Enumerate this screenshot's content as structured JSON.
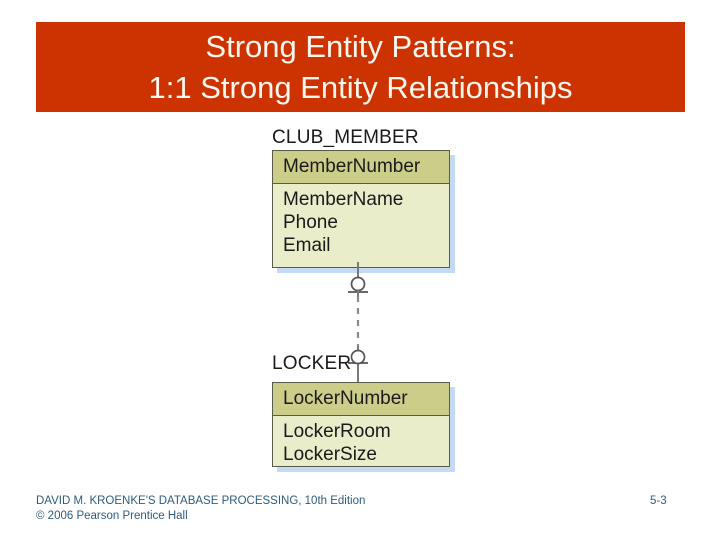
{
  "slide": {
    "title": {
      "line1": "Strong Entity Patterns:",
      "line2": "1:1 Strong Entity Relationships",
      "background_color": "#cc3300",
      "text_color": "#fdf6ee"
    },
    "footer": {
      "credit_line1": "DAVID M. KROENKE'S DATABASE PROCESSING, 10th Edition",
      "credit_line2": "© 2006 Pearson Prentice Hall",
      "page_number": "5-3",
      "text_color": "#2e5c7e"
    }
  },
  "diagram": {
    "type": "entity-relationship",
    "notation": "crows-foot",
    "colors": {
      "identifier_row": "#cdcd8a",
      "attribute_body": "#e9edc9",
      "border": "#595c4a",
      "shadow": "#b0cef0",
      "line": "#7a7a7a"
    },
    "entities": [
      {
        "name": "CLUB_MEMBER",
        "identifier": "MemberNumber",
        "attributes": [
          "MemberName",
          "Phone",
          "Email"
        ]
      },
      {
        "name": "LOCKER",
        "identifier": "LockerNumber",
        "attributes": [
          "LockerRoom",
          "LockerSize"
        ]
      }
    ],
    "relationship": {
      "from": "CLUB_MEMBER",
      "to": "LOCKER",
      "line_style": "dashed",
      "max_cardinality": "1:1",
      "club_member_end": {
        "symbol": "optional-one",
        "glyph": "circle-with-bar",
        "minimum": "optional",
        "maximum": "one"
      },
      "locker_end": {
        "symbol": "optional-one",
        "glyph": "circle-with-bar",
        "minimum": "optional",
        "maximum": "one"
      }
    }
  }
}
